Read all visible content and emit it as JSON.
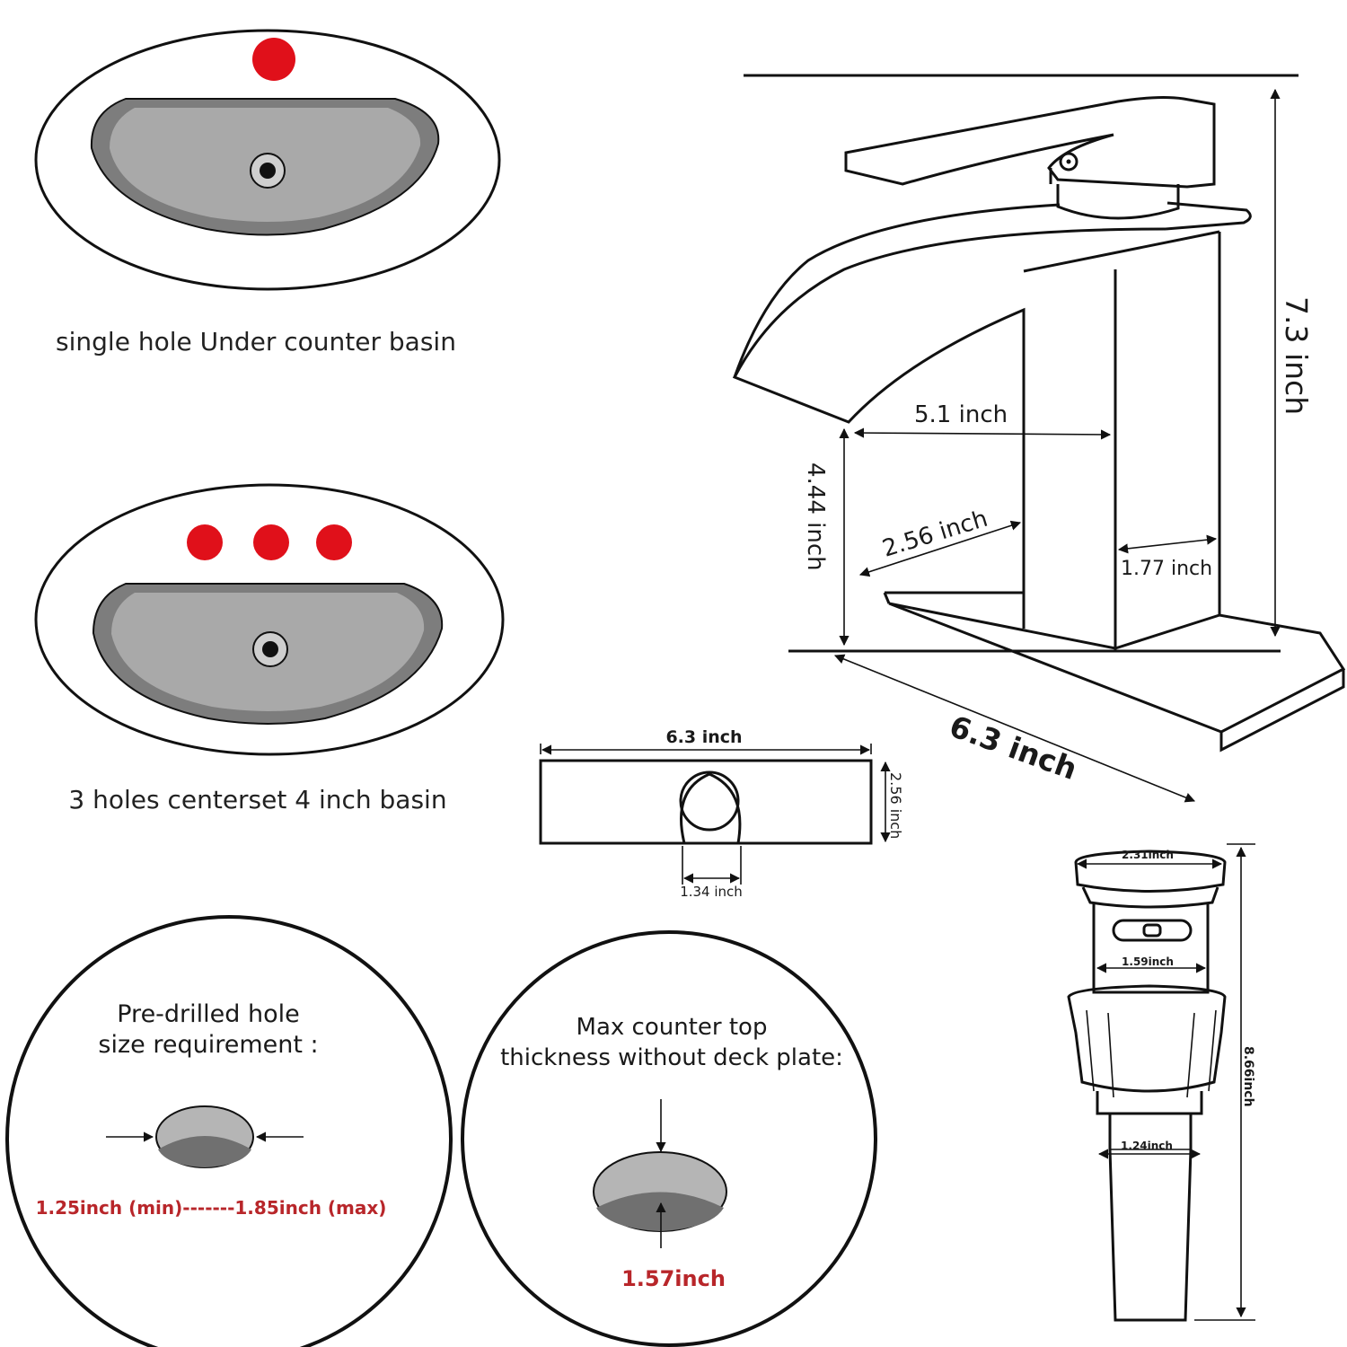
{
  "colors": {
    "hole_red": "#e0101a",
    "basin_gray": "#a8a8a8",
    "rim_gray": "#7d7d7d",
    "dim_red": "#b8262a"
  },
  "basins": {
    "single": {
      "caption": "single hole Under counter basin",
      "holes": 1
    },
    "three": {
      "caption": "3 holes centerset 4 inch basin",
      "holes": 3
    }
  },
  "faucet": {
    "height": "7.3 inch",
    "spout_reach": "5.1 inch",
    "spout_height": "4.44 inch",
    "plate_width_side": "2.56 inch",
    "body_width": "1.77 inch",
    "plate_length": "6.3 inch"
  },
  "deck_plate": {
    "length": "6.3 inch",
    "width": "2.56 inch",
    "hole": "1.34 inch"
  },
  "drain": {
    "top": "2.31inch",
    "body": "1.59inch",
    "tail": "1.24inch",
    "length": "8.66inch"
  },
  "hole_req": {
    "title_1": "Pre-drilled hole",
    "title_2": "size requirement :",
    "range": "1.25inch (min)-------1.85inch (max)"
  },
  "counter": {
    "title_1": "Max counter top",
    "title_2": "thickness without deck plate:",
    "value": "1.57inch"
  }
}
